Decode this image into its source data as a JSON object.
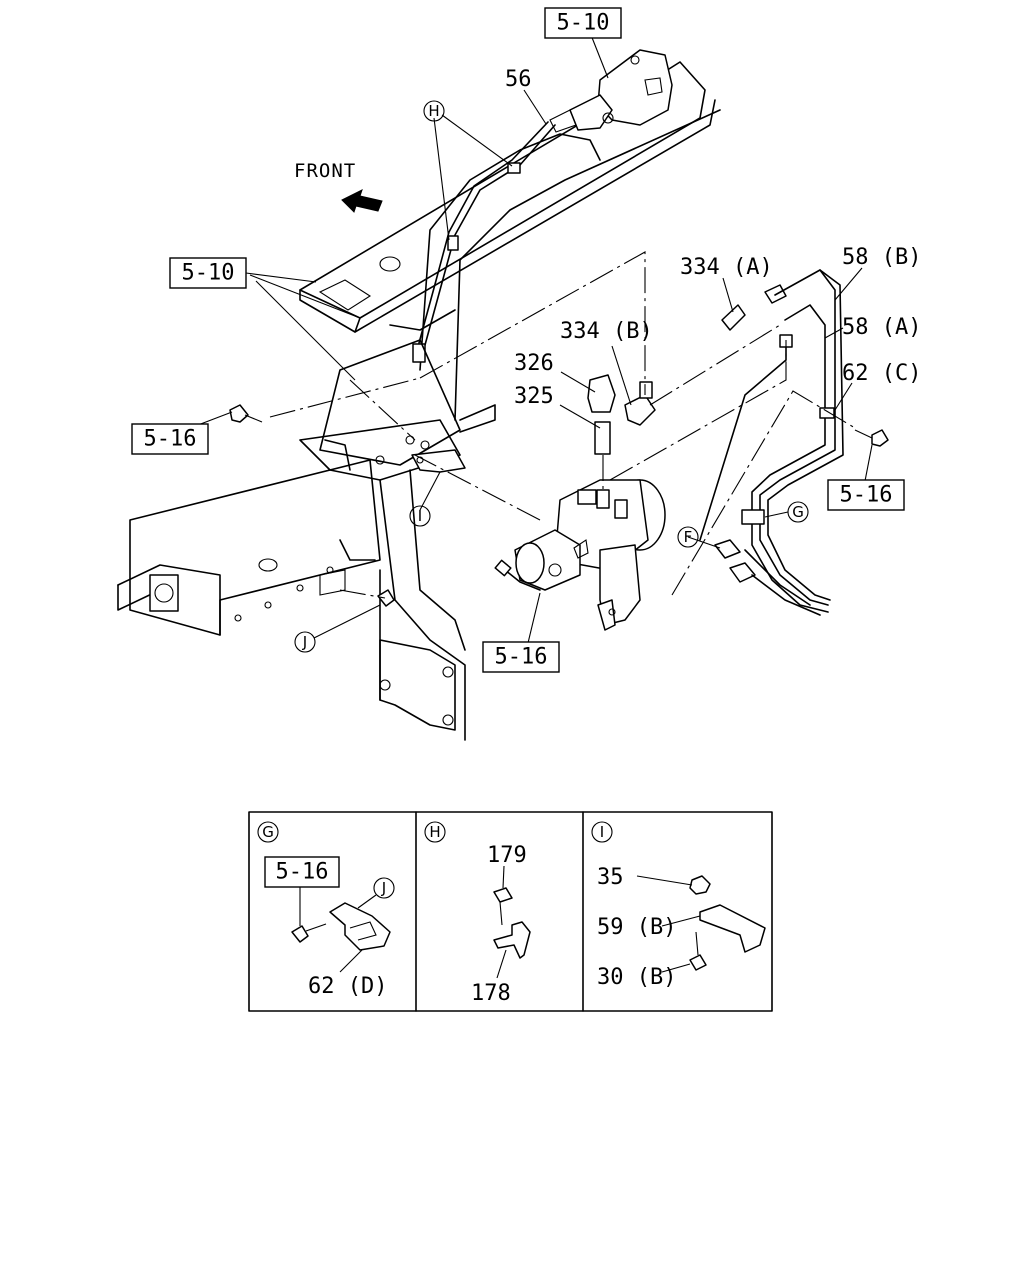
{
  "direction_label": "FRONT",
  "ref_boxes": {
    "top": "5-10",
    "left_frame": "5-10",
    "left_bolt": "5-16",
    "right_bolt": "5-16",
    "bottom_center": "5-16",
    "detail_g": "5-16"
  },
  "part_labels": {
    "p56": "56",
    "p334a": "334 (A)",
    "p334b": "334 (B)",
    "p326": "326",
    "p325": "325",
    "p58b": "58 (B)",
    "p58a": "58 (A)",
    "p62c": "62 (C)"
  },
  "callout_letters": {
    "h": "H",
    "i": "I",
    "j": "J",
    "f": "F",
    "g": "G"
  },
  "detail_panels": {
    "g": {
      "letter": "G",
      "ref": "5-16",
      "clamp_callout": "J",
      "part": "62 (D)"
    },
    "h": {
      "letter": "H",
      "top_part": "179",
      "bottom_part": "178"
    },
    "i": {
      "letter": "I",
      "nut": "35",
      "bracket": "59 (B)",
      "bolt": "30 (B)"
    }
  }
}
